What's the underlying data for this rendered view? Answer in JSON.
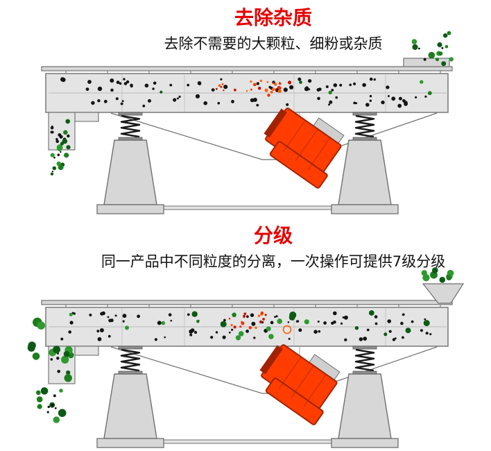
{
  "sections": {
    "impurity": {
      "title": "去除杂质",
      "subtitle": "去除不需要的大颗粒、细粉或杂质"
    },
    "grading": {
      "title": "分级",
      "subtitle": "同一产品中不同粒度的分离，一次操作可提供7级分级"
    }
  },
  "colors": {
    "title_red": "#e60000",
    "text_dark": "#111111",
    "machine_fill": "#e4e4e4",
    "machine_fill_dark": "#d7d7d7",
    "machine_stroke": "#6e6e6e",
    "spring_black": "#1b1b1b",
    "motor_orange": "#ff3d00",
    "motor_dark": "#a32300",
    "particle_black": "#141414",
    "particle_green_1": "#1e7d1e",
    "particle_green_2": "#2f9a2f",
    "particle_green_3": "#0d5a15",
    "particle_red_1": "#c81400",
    "particle_red_2": "#ef3200",
    "particle_red_3": "#ff5c00"
  }
}
